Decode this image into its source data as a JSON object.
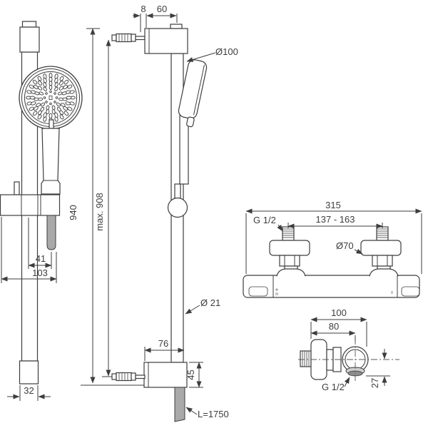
{
  "drawing": {
    "kind": "technical-dimension-drawing",
    "subject": "shower rail set with hand shower and thermostatic shower mixer",
    "line_color": "#3d3d3d",
    "hose_fill": "#a9a9a9",
    "background": "#ffffff"
  },
  "labels": {
    "rail_front": {
      "total_height": "940",
      "max_fixing_height": "max. 908",
      "holder_offset": "41",
      "holder_depth": "103",
      "foot_width": "32"
    },
    "rail_side": {
      "wall_offset": "8",
      "bracket_width": "60",
      "head_diameter": "Ø100",
      "rail_diameter": "Ø 21",
      "bottom_bracket_width": "76",
      "bottom_bracket_height": "45",
      "hose_length": "L=1750"
    },
    "mixer_front": {
      "total_width": "315",
      "connection_distance": "137 - 163",
      "thread_size": "G 1/2",
      "escutcheon_diameter": "Ø70"
    },
    "mixer_side": {
      "depth": "100",
      "outlet_depth": "80",
      "outlet_thread": "G 1/2",
      "outlet_offset": "27"
    }
  }
}
